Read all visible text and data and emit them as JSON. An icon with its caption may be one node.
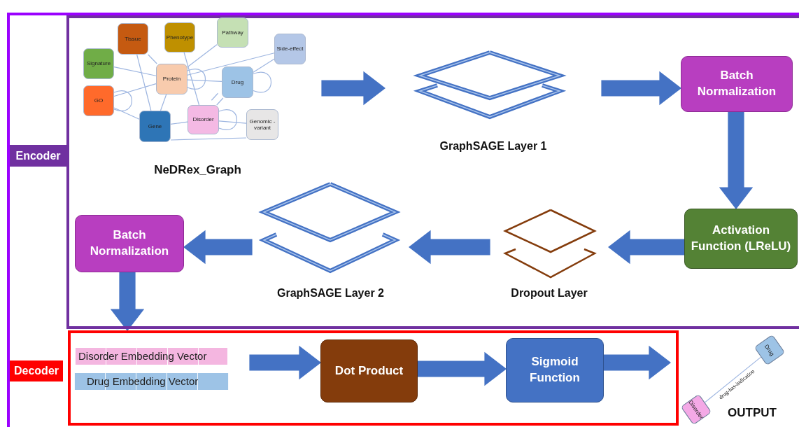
{
  "diagram": {
    "nodes": [
      {
        "text": [
          "Encoder"
        ]
      },
      {
        "text": [
          "NeDRex_Graph"
        ],
        "in": 0
      },
      {
        "text": [
          "Tissue"
        ],
        "in": 1
      },
      {
        "text": [
          "Phenotype"
        ],
        "in": 1
      },
      {
        "text": [
          "Pathway"
        ],
        "in": 1
      },
      {
        "text": [
          "Side-effect"
        ],
        "in": 1
      },
      {
        "text": [
          "Signature"
        ],
        "in": 1
      },
      {
        "text": [
          "Protein"
        ],
        "in": 1
      },
      {
        "text": [
          "Drug"
        ],
        "in": 1
      },
      {
        "text": [
          "GO"
        ],
        "in": 1
      },
      {
        "text": [
          "Gene"
        ],
        "in": 1
      },
      {
        "text": [
          "Disorder"
        ],
        "in": 1
      },
      {
        "text": [
          "Genomic -variant"
        ],
        "in": 1
      },
      {
        "text": [
          "GraphSAGE Layer 1"
        ],
        "in": 0
      },
      {
        "text": [
          "Batch Normalization"
        ],
        "in": 0
      },
      {
        "text": [
          "Activation Function (LReLU)"
        ],
        "in": 0
      },
      {
        "text": [
          "Dropout Layer"
        ],
        "in": 0
      },
      {
        "text": [
          "GraphSAGE Layer 2"
        ],
        "in": 0
      },
      {
        "text": [
          "Batch Normalization"
        ],
        "in": 0
      },
      {
        "text": [
          "Decoder"
        ]
      },
      {
        "text": [
          "Disorder Embedding Vector"
        ],
        "in": 19
      },
      {
        "text": [
          "Drug Embedding Vector"
        ],
        "in": 19
      },
      {
        "text": [
          "Dot Product"
        ],
        "in": 19
      },
      {
        "text": [
          "Sigmoid Function"
        ],
        "in": 19
      },
      {
        "text": [
          "Drug"
        ]
      },
      {
        "text": [
          "Disorder"
        ]
      }
    ],
    "edges": [
      {
        "from": 2,
        "to": 7,
        "arrow": "none"
      },
      {
        "from": 2,
        "to": 10,
        "arrow": "none"
      },
      {
        "from": 3,
        "to": 11,
        "arrow": "none"
      },
      {
        "from": 4,
        "to": 7,
        "arrow": "none"
      },
      {
        "from": 5,
        "to": 7,
        "arrow": "none"
      },
      {
        "from": 5,
        "to": 8,
        "arrow": "none"
      },
      {
        "from": 6,
        "to": 7,
        "arrow": "none"
      },
      {
        "from": 7,
        "to": 7,
        "arrow": "none"
      },
      {
        "from": 7,
        "to": 8,
        "arrow": "none"
      },
      {
        "from": 9,
        "to": 9,
        "arrow": "none"
      },
      {
        "from": 9,
        "to": 7,
        "arrow": "none"
      },
      {
        "from": 9,
        "to": 10,
        "arrow": "none"
      },
      {
        "from": 7,
        "to": 10,
        "arrow": "none"
      },
      {
        "from": 8,
        "to": 8,
        "arrow": "none"
      },
      {
        "from": 8,
        "to": 11,
        "arrow": "none"
      },
      {
        "from": 8,
        "to": 11,
        "arrow": "none"
      },
      {
        "from": 11,
        "to": 11,
        "arrow": "none"
      },
      {
        "from": 11,
        "to": 10,
        "arrow": "none"
      },
      {
        "from": 11,
        "to": 12,
        "arrow": "none"
      },
      {
        "from": 10,
        "to": 12,
        "arrow": "none"
      },
      {
        "from": 1,
        "to": 13,
        "arrow": "to",
        "style": "thick",
        "color": "#4472c4"
      },
      {
        "from": 13,
        "to": 14,
        "arrow": "to",
        "style": "thick",
        "color": "#4472c4"
      },
      {
        "from": 14,
        "to": 15,
        "arrow": "to",
        "style": "thick",
        "color": "#4472c4"
      },
      {
        "from": 15,
        "to": 16,
        "arrow": "to",
        "style": "thick",
        "color": "#4472c4"
      },
      {
        "from": 16,
        "to": 17,
        "arrow": "to",
        "style": "thick",
        "color": "#4472c4"
      },
      {
        "from": 17,
        "to": 18,
        "arrow": "to",
        "style": "thick",
        "color": "#4472c4"
      },
      {
        "from": 18,
        "to": 19,
        "arrow": "to",
        "style": "thick",
        "color": "#4472c4"
      },
      {
        "from": null,
        "to": 22,
        "arrow": "to",
        "style": "thick",
        "color": "#4472c4"
      },
      {
        "from": 22,
        "to": 23,
        "arrow": "to",
        "style": "thick",
        "color": "#4472c4"
      },
      {
        "from": 23,
        "to": null,
        "arrow": "to",
        "style": "thick",
        "color": "#4472c4"
      },
      {
        "from": 25,
        "to": 24,
        "arrow": "none",
        "label": "drug-has-indication"
      }
    ],
    "labels": [
      "OUTPUT"
    ]
  }
}
